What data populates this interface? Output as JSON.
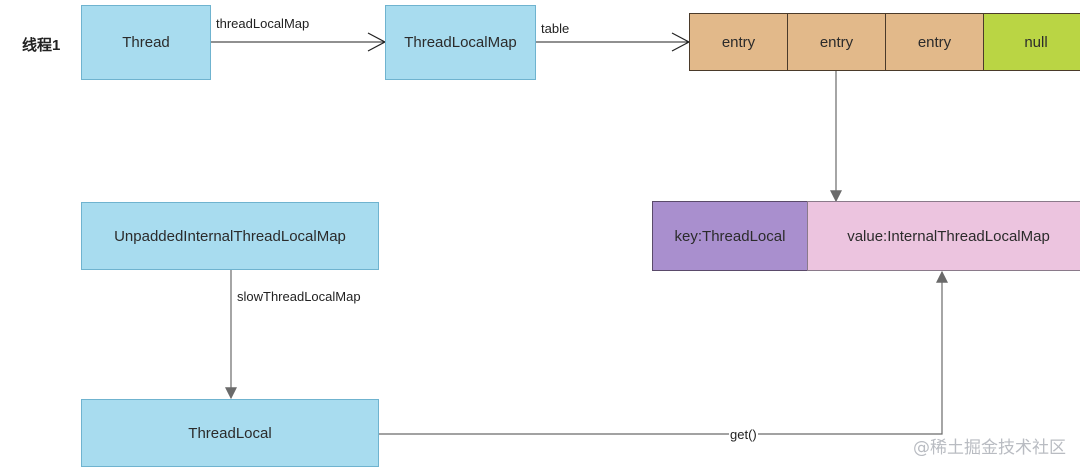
{
  "thread_label": "线程1",
  "nodes": {
    "thread": "Thread",
    "thread_local_map": "ThreadLocalMap",
    "unpadded_map": "UnpaddedInternalThreadLocalMap",
    "thread_local": "ThreadLocal",
    "key": "key:ThreadLocal",
    "value": "value:InternalThreadLocalMap"
  },
  "table_cells": [
    "entry",
    "entry",
    "entry",
    "null"
  ],
  "edges": {
    "thread_to_map": "threadLocalMap",
    "map_to_table": "table",
    "unpadded_to_threadlocal": "slowThreadLocalMap",
    "threadlocal_to_value": "get()"
  },
  "watermark": "@稀土掘金技术社区"
}
